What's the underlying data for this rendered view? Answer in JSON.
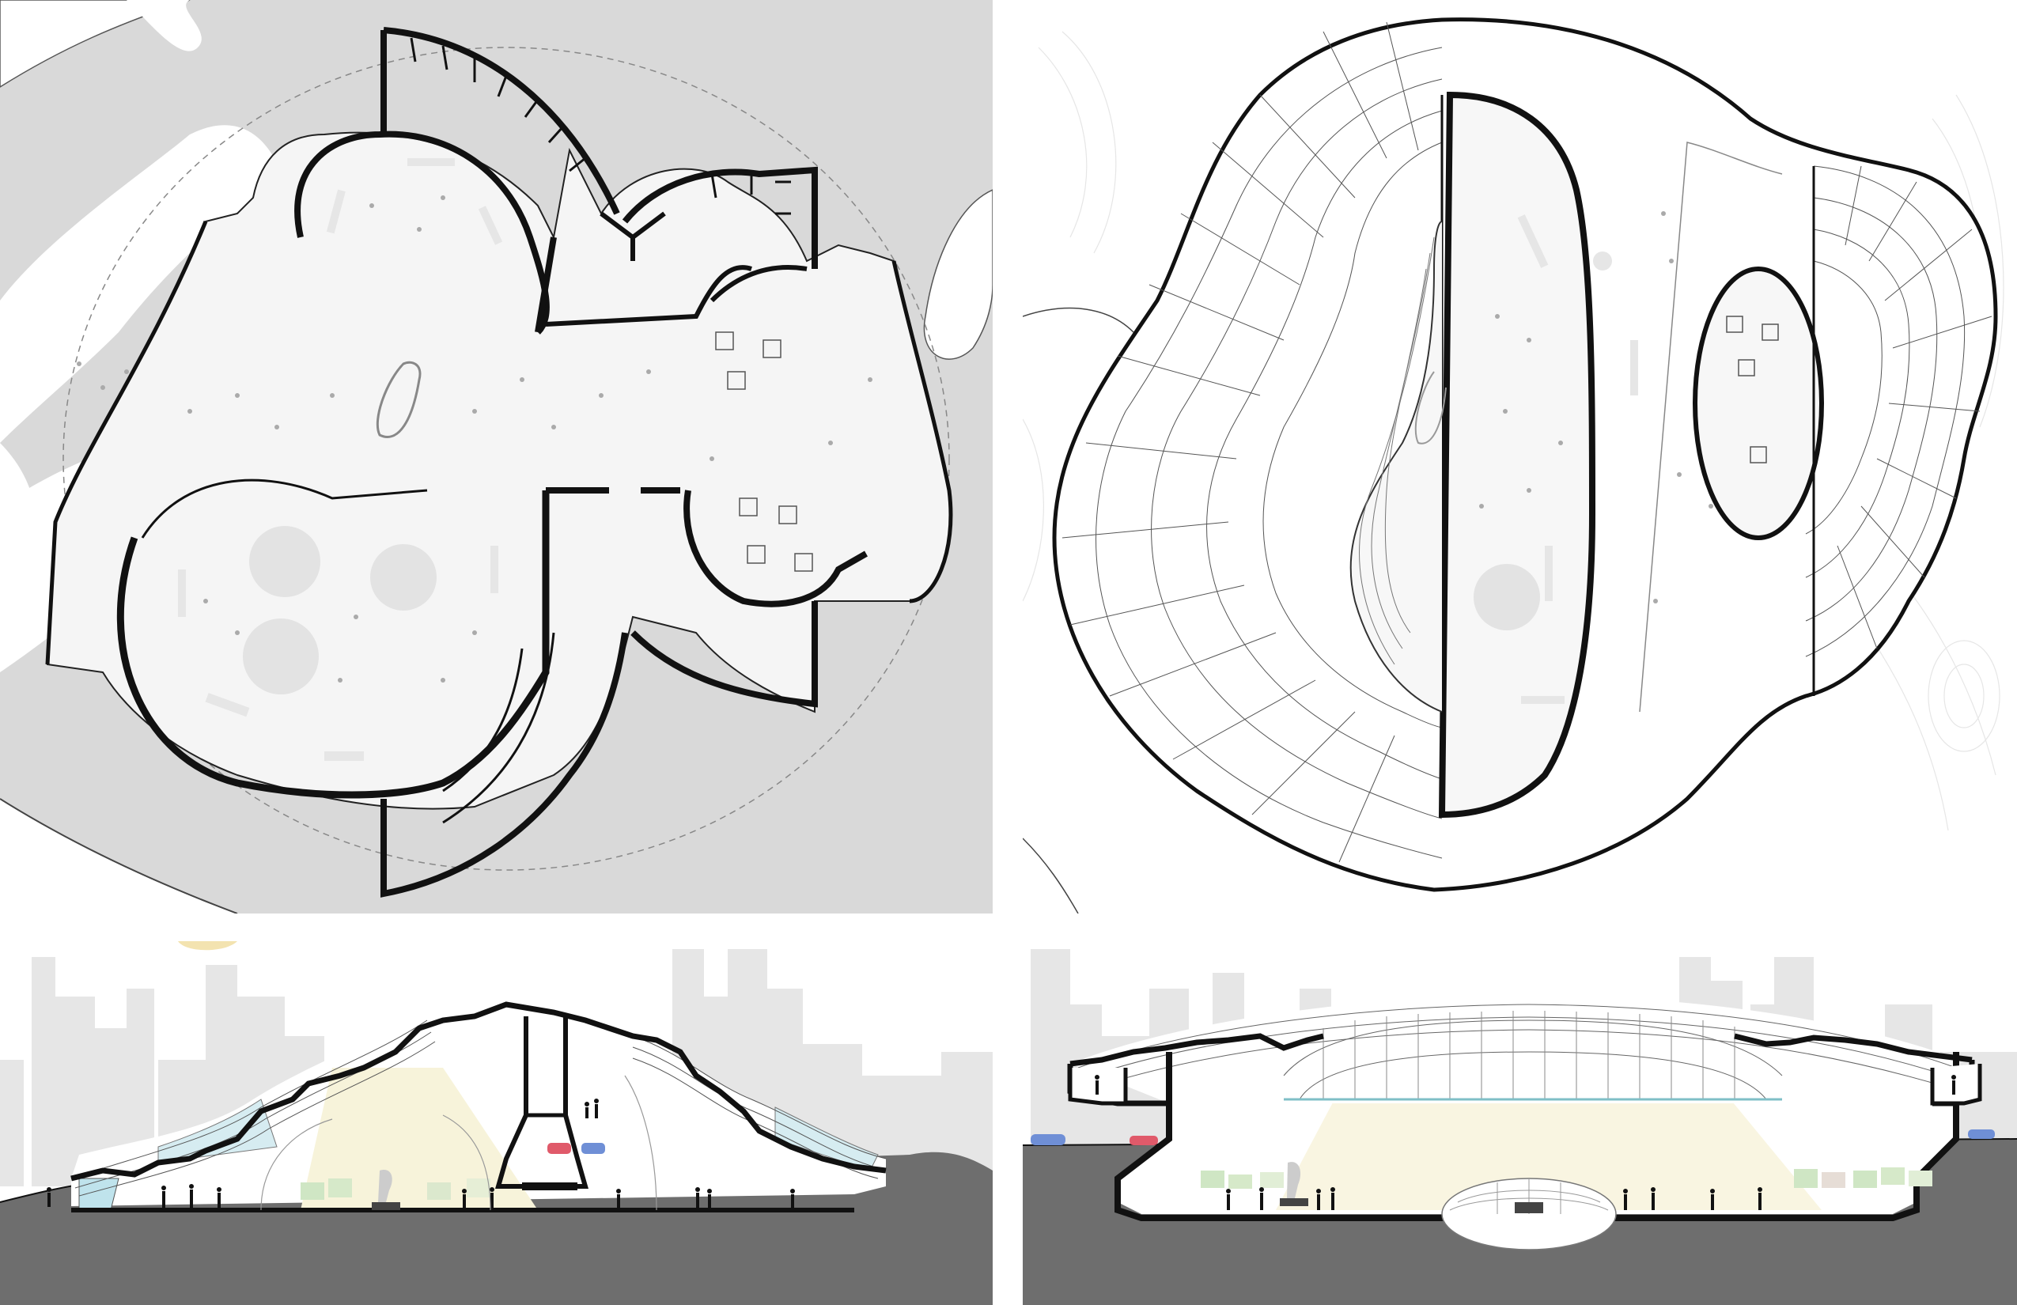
{
  "sheet": {
    "panels": [
      {
        "id": "plan-ground",
        "kind": "ground floor plan"
      },
      {
        "id": "plan-roof",
        "kind": "roof plan with partial floor cut"
      },
      {
        "id": "section-long",
        "kind": "longitudinal section"
      },
      {
        "id": "section-cross",
        "kind": "cross section"
      }
    ]
  },
  "colors": {
    "site_gray": "#d9d9d9",
    "floor_white": "#f5f5f5",
    "wall_black": "#111111",
    "ground_fill": "#6e6e6e",
    "skyline": "#e6e6e6",
    "sun": "#f3e3b0",
    "light_cone": "#f7f3da",
    "glass": "#bfe3ec",
    "exhibit_green": "#cfe6c4",
    "car_red": "#e05a6a",
    "car_blue": "#6f8fd6"
  },
  "icons": [
    "sculpture-icon",
    "person-icon",
    "car-icon",
    "sun-icon"
  ]
}
